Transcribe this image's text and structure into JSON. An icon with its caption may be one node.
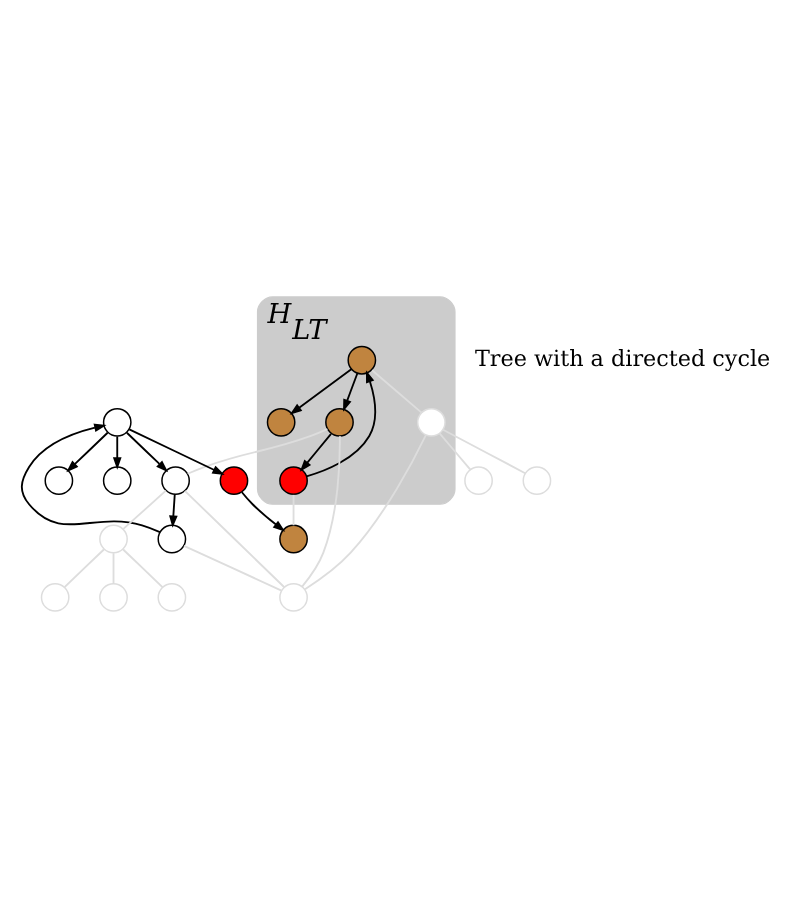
{
  "diagram": {
    "nodes": [
      {
        "text": [
          "H$_{LT}$"
        ]
      },
      {
        "text": [],
        "shape": "circle",
        "in": 0
      },
      {
        "text": [],
        "shape": "circle",
        "in": 0
      },
      {
        "text": [],
        "shape": "circle",
        "in": 0
      },
      {
        "text": [],
        "shape": "circle",
        "in": 0
      },
      {
        "text": [],
        "shape": "circle",
        "in": 0
      },
      {
        "text": [],
        "shape": "circle"
      },
      {
        "text": [],
        "shape": "circle"
      },
      {
        "text": [],
        "shape": "circle"
      },
      {
        "text": [],
        "shape": "circle"
      },
      {
        "text": [],
        "shape": "circle"
      },
      {
        "text": [],
        "shape": "circle"
      },
      {
        "text": [],
        "shape": "circle"
      },
      {
        "text": [],
        "shape": "circle"
      },
      {
        "text": [],
        "shape": "circle"
      },
      {
        "text": [],
        "shape": "circle"
      },
      {
        "text": [],
        "shape": "circle"
      },
      {
        "text": [],
        "shape": "circle"
      },
      {
        "text": [],
        "shape": "circle"
      },
      {
        "text": [],
        "shape": "circle"
      }
    ],
    "edges": [
      {
        "from": 2,
        "to": 1,
        "arrow": "to",
        "color": "#000000"
      },
      {
        "from": 3,
        "to": 2,
        "arrow": "to",
        "color": "#000000"
      },
      {
        "from": 2,
        "to": 4,
        "arrow": "to",
        "color": "#000000"
      },
      {
        "from": 4,
        "to": 3,
        "arrow": "to",
        "color": "#000000"
      },
      {
        "from": 2,
        "to": 5,
        "arrow": "none",
        "color": "#dddddd"
      },
      {
        "from": 5,
        "to": 6,
        "arrow": "none",
        "color": "#dddddd"
      },
      {
        "from": 5,
        "to": 7,
        "arrow": "none",
        "color": "#dddddd"
      },
      {
        "from": 5,
        "to": 8,
        "arrow": "none",
        "color": "#dddddd"
      },
      {
        "from": 4,
        "to": 8,
        "arrow": "none",
        "color": "#dddddd"
      },
      {
        "from": 3,
        "to": 10,
        "arrow": "none",
        "color": "#dddddd"
      },
      {
        "from": 9,
        "to": 8,
        "arrow": "none",
        "color": "#dddddd"
      },
      {
        "from": 8,
        "to": 11,
        "arrow": "none",
        "color": "#dddddd"
      },
      {
        "from": 4,
        "to": 11,
        "arrow": "none",
        "color": "#dddddd"
      },
      {
        "from": 11,
        "to": 12,
        "arrow": "none",
        "color": "#dddddd"
      },
      {
        "from": 12,
        "to": 13,
        "arrow": "none",
        "color": "#dddddd"
      },
      {
        "from": 12,
        "to": 14,
        "arrow": "none",
        "color": "#dddddd"
      },
      {
        "from": 12,
        "to": 15,
        "arrow": "none",
        "color": "#dddddd"
      },
      {
        "from": 11,
        "to": 9,
        "arrow": "to",
        "color": "#000000"
      },
      {
        "from": 9,
        "to": 17,
        "arrow": "to",
        "color": "#000000"
      },
      {
        "from": 17,
        "to": 11,
        "arrow": "to",
        "color": "#000000"
      },
      {
        "from": 17,
        "to": 16,
        "arrow": "to",
        "color": "#000000"
      },
      {
        "from": 16,
        "to": 10,
        "arrow": "to",
        "color": "#000000"
      },
      {
        "from": 17,
        "to": 18,
        "arrow": "to",
        "color": "#000000"
      },
      {
        "from": 17,
        "to": 19,
        "arrow": "to",
        "color": "#000000"
      }
    ],
    "labels": [
      "Tree with a directed cycle"
    ]
  }
}
